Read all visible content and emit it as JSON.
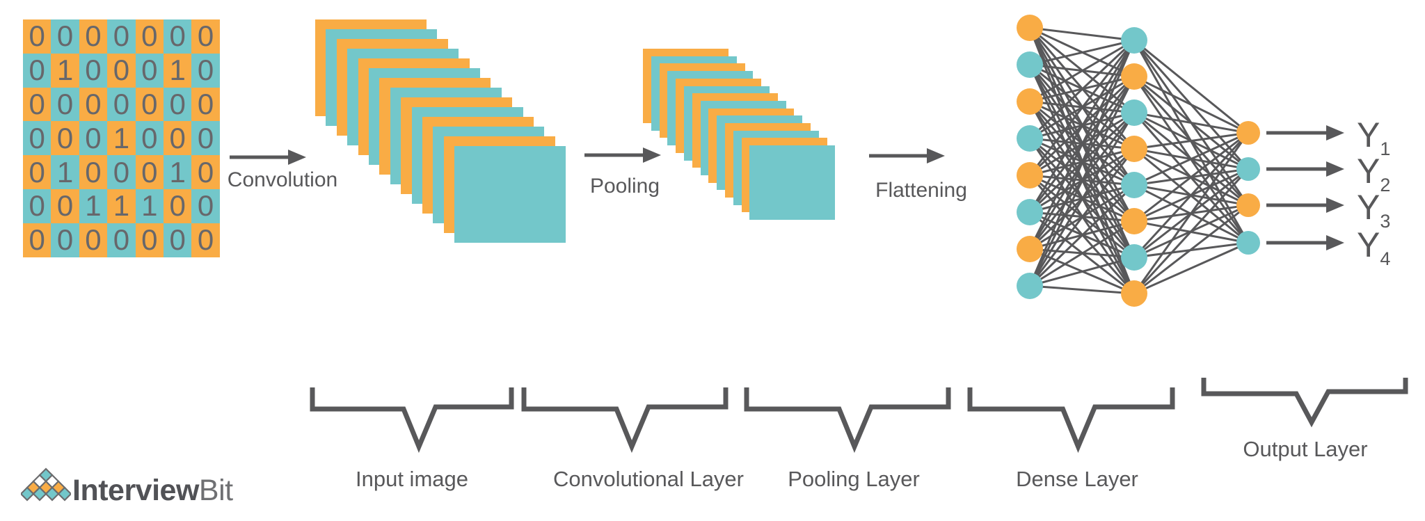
{
  "colors": {
    "orange": "#F9AC45",
    "teal": "#73C7CA",
    "white": "#FFFFFF",
    "line_gray": "#58585A",
    "digit_gray": "#67676B",
    "logo_outline": "#6B6C6E",
    "brand_bold_color": "#515256",
    "brand_light_color": "#6F7073"
  },
  "input_grid": {
    "checker_start": "orange",
    "rows": [
      [
        0,
        0,
        0,
        0,
        0,
        0,
        0
      ],
      [
        0,
        1,
        0,
        0,
        0,
        1,
        0
      ],
      [
        0,
        0,
        0,
        0,
        0,
        0,
        0
      ],
      [
        0,
        0,
        0,
        1,
        0,
        0,
        0
      ],
      [
        0,
        1,
        0,
        0,
        0,
        1,
        0
      ],
      [
        0,
        0,
        1,
        1,
        1,
        0,
        0
      ],
      [
        0,
        0,
        0,
        0,
        0,
        0,
        0
      ]
    ]
  },
  "flow_arrows": [
    {
      "label": "Convolution"
    },
    {
      "label": "Pooling"
    },
    {
      "label": "Flattening"
    }
  ],
  "stacks": {
    "convolution": {
      "sheets": 14,
      "first_color": "orange",
      "front_color": "teal"
    },
    "pooling": {
      "sheets": 14,
      "first_color": "orange",
      "front_color": "teal"
    }
  },
  "network": {
    "fully_connected": true,
    "layers": [
      {
        "name": "flatten",
        "node_colors": [
          "orange",
          "teal",
          "orange",
          "teal",
          "orange",
          "teal",
          "orange",
          "teal"
        ]
      },
      {
        "name": "hidden",
        "node_colors": [
          "teal",
          "orange",
          "teal",
          "orange",
          "teal",
          "orange",
          "teal",
          "orange"
        ]
      },
      {
        "name": "output",
        "node_colors": [
          "orange",
          "teal",
          "orange",
          "teal"
        ]
      }
    ]
  },
  "output_labels": [
    {
      "base": "Y",
      "sub": "1"
    },
    {
      "base": "Y",
      "sub": "2"
    },
    {
      "base": "Y",
      "sub": "3"
    },
    {
      "base": "Y",
      "sub": "4"
    }
  ],
  "braces": [
    {
      "label": "Input image"
    },
    {
      "label": "Convolutional Layer"
    },
    {
      "label": "Pooling Layer"
    },
    {
      "label": "Dense Layer"
    },
    {
      "label": "Output Layer"
    }
  ],
  "logo": {
    "brand_bold": "Interview",
    "brand_light": "Bit",
    "pyramid_rows": [
      [
        "teal"
      ],
      [
        "white",
        "white"
      ],
      [
        "orange",
        "orange",
        "orange"
      ],
      [
        "teal",
        "teal",
        "teal",
        "teal"
      ]
    ]
  }
}
